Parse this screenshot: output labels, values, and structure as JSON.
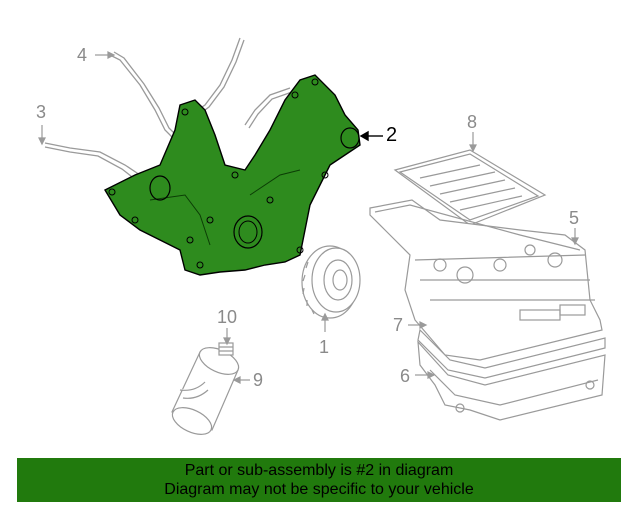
{
  "diagram": {
    "highlight_color": "#2e8b1e",
    "callouts": [
      {
        "id": "1",
        "label": "1"
      },
      {
        "id": "2",
        "label": "2",
        "highlighted": true
      },
      {
        "id": "3",
        "label": "3"
      },
      {
        "id": "4",
        "label": "4"
      },
      {
        "id": "5",
        "label": "5"
      },
      {
        "id": "6",
        "label": "6"
      },
      {
        "id": "7",
        "label": "7"
      },
      {
        "id": "8",
        "label": "8"
      },
      {
        "id": "9",
        "label": "9"
      },
      {
        "id": "10",
        "label": "10"
      }
    ]
  },
  "banner": {
    "color": "#217a0d",
    "line1": "Part or sub-assembly is #2 in diagram",
    "line2": "Diagram may not be specific to your vehicle"
  }
}
